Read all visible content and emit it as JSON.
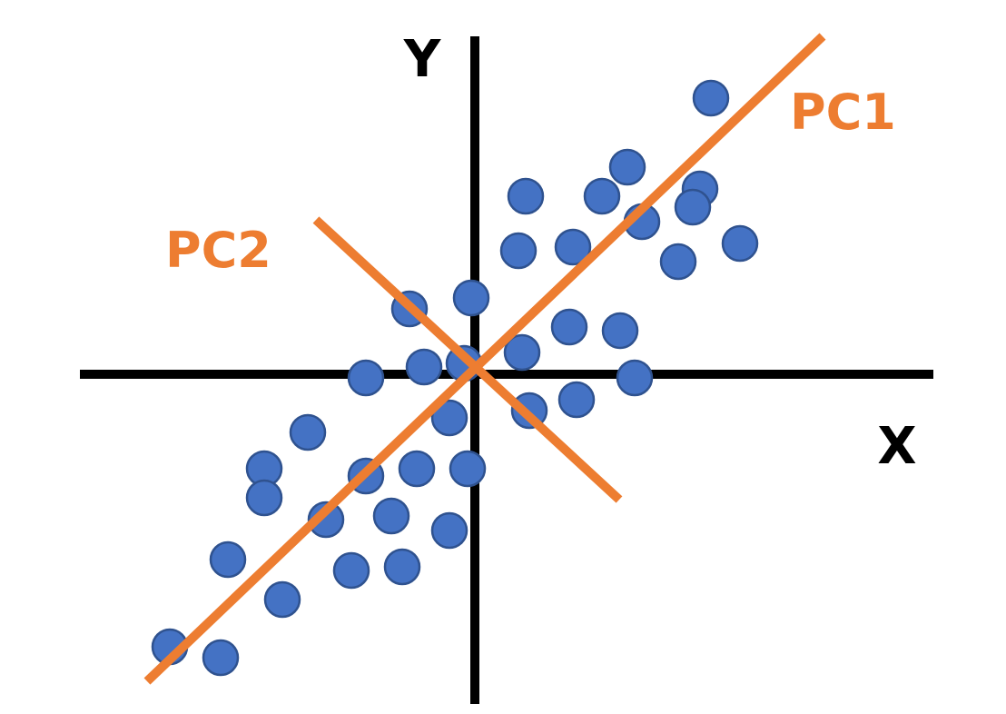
{
  "labels": {
    "x_axis": "X",
    "y_axis": "Y",
    "pc1": "PC1",
    "pc2": "PC2"
  },
  "colors": {
    "axis": "#000000",
    "pc": "#ED7D31",
    "point_fill": "#4472C4",
    "point_stroke": "#2F528F"
  },
  "scatter_points": [
    [
      6.5,
      7.6
    ],
    [
      4.2,
      5.7
    ],
    [
      6.2,
      5.1
    ],
    [
      1.4,
      4.9
    ],
    [
      3.5,
      4.9
    ],
    [
      6.0,
      4.6
    ],
    [
      4.6,
      4.2
    ],
    [
      7.3,
      3.6
    ],
    [
      1.2,
      3.4
    ],
    [
      2.7,
      3.5
    ],
    [
      5.6,
      3.1
    ],
    [
      -1.8,
      1.8
    ],
    [
      -0.1,
      2.1
    ],
    [
      2.6,
      1.3
    ],
    [
      4.0,
      1.2
    ],
    [
      1.3,
      0.6
    ],
    [
      -1.4,
      0.2
    ],
    [
      -3.0,
      -0.1
    ],
    [
      -0.3,
      0.3
    ],
    [
      4.4,
      -0.1
    ],
    [
      1.5,
      -1.0
    ],
    [
      2.8,
      -0.7
    ],
    [
      -0.7,
      -1.2
    ],
    [
      -4.6,
      -1.6
    ],
    [
      -5.8,
      -2.6
    ],
    [
      -3.0,
      -2.8
    ],
    [
      -1.6,
      -2.6
    ],
    [
      -0.2,
      -2.6
    ],
    [
      -5.8,
      -3.4
    ],
    [
      -4.1,
      -4.0
    ],
    [
      -2.3,
      -3.9
    ],
    [
      -0.7,
      -4.3
    ],
    [
      -6.8,
      -5.1
    ],
    [
      -3.4,
      -5.4
    ],
    [
      -2.0,
      -5.3
    ],
    [
      -5.3,
      -6.2
    ],
    [
      -8.4,
      -7.5
    ],
    [
      -7.0,
      -7.8
    ]
  ]
}
